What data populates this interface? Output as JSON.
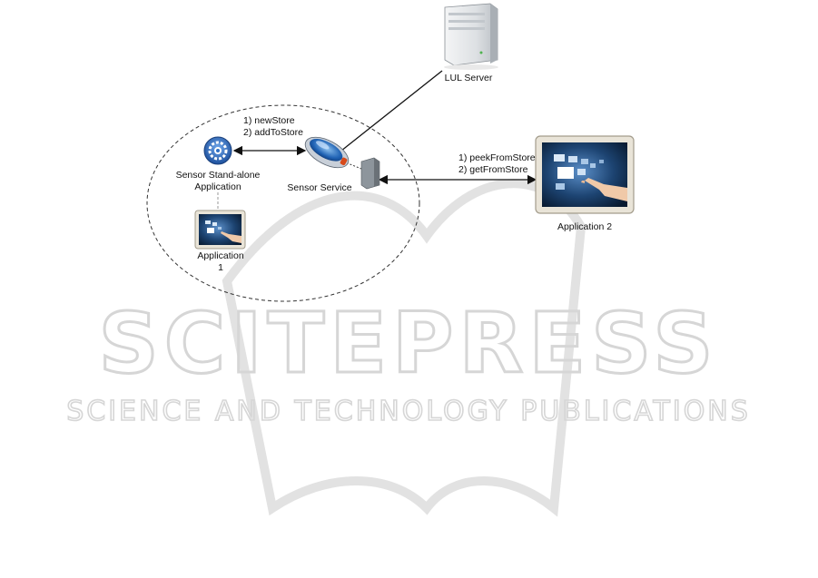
{
  "nodes": {
    "lul_server": {
      "label": "LUL Server"
    },
    "sensor_standalone": {
      "label_line1": "Sensor Stand-alone",
      "label_line2": "Application"
    },
    "sensor_service": {
      "label": "Sensor Service"
    },
    "application_1": {
      "label_line1": "Application",
      "label_line2": "1"
    },
    "application_2": {
      "label": "Application 2"
    }
  },
  "edges": {
    "standalone_to_service": {
      "label_line1": "1) newStore",
      "label_line2": "2) addToStore"
    },
    "service_to_app2": {
      "label_line1": "1) peekFromStore",
      "label_line2": "2) getFromStore"
    }
  },
  "watermark": {
    "title": "SCITEPRESS",
    "subtitle": "SCIENCE AND TECHNOLOGY PUBLICATIONS"
  },
  "colors": {
    "line": "#111111",
    "ellipse": "#333333",
    "gear": "#2f6fc4",
    "screen_dark": "#0f2a4a",
    "server": "#e8eaec",
    "watermark": "#d6d6d6"
  }
}
